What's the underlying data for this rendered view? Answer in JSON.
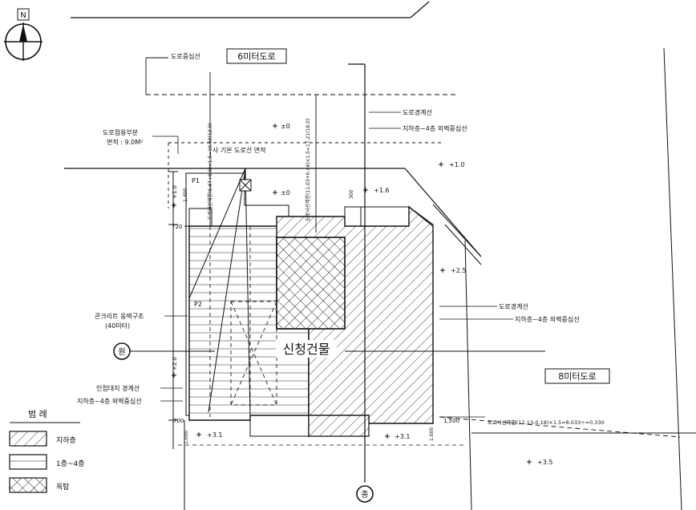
{
  "north_mark": "N",
  "roads": {
    "road_6m": "6미터도로",
    "road_8m": "8미터도로",
    "road_centerline_top": "도로중심선"
  },
  "labels": {
    "road_boundary_top": "도로경계선",
    "basement_outer_top": "지하층~4층 외벽중심선",
    "dedicated_area_line1": "도로점용부분",
    "dedicated_area_line2": "면적 : 9.0M²",
    "road_dedication": "사 기본 도로선 면적",
    "sight_calc_left": "도로사선제한(6.47+0.6)×1.5=10.60(12.0)",
    "sight_calc_center": "도로사선제한(11.03+0.44)×1.5=17.21(18.0)",
    "road_boundary_right": "도로경계선",
    "basement_outer_right": "지하층~4층 외벽중심선",
    "retaining_wall_line1": "콘크리트 옹벽구조",
    "retaining_wall_line2": "(40미터)",
    "site_boundary": "인접대지 경계선",
    "basement_outer_left": "지하층~4층 외벽중심선",
    "new_building": "신청건물",
    "sight_calc_bottom": "도로사선제한(12.13-0.18)×1.5=8.033÷=0.330",
    "P1": "P1",
    "P2": "P2"
  },
  "levels": {
    "l_top_center": "±0",
    "l_top_right": "+1.0",
    "l_mid_center": "±0",
    "l_mid_right": "+1.6",
    "l_left_upper": "+1.0",
    "l_right_upper": "+2.5",
    "l_left_lower": "+2.0",
    "l_bottom_left": "+3.1",
    "l_bottom_center": "+3.1",
    "l_bottom_right": "+3.5"
  },
  "dims": {
    "d_1400": "1,400",
    "d_720": "720",
    "d_300": "300",
    "d_700": "700",
    "d_1000a": "1,000",
    "d_1000b": "1,000",
    "d_1500": "1,500"
  },
  "markers": {
    "west": "원",
    "south": "종"
  },
  "legend": {
    "title": "범 례",
    "items": [
      {
        "label": "지하층"
      },
      {
        "label": "1층~4층"
      },
      {
        "label": "옥탑"
      }
    ]
  }
}
